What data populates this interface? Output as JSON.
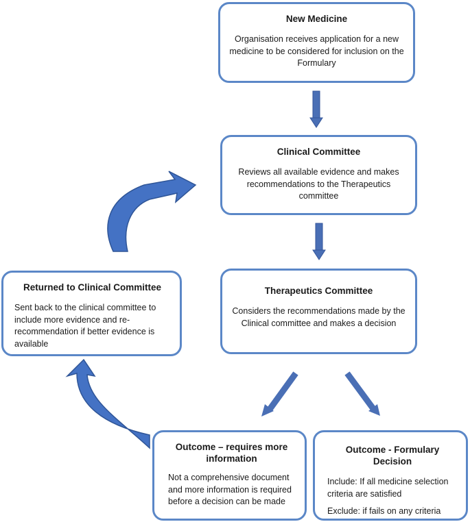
{
  "colors": {
    "box_border": "#5b87c7",
    "arrow_fill": "#4472c4",
    "arrow_dark": "#2f5597"
  },
  "boxes": {
    "new_medicine": {
      "title": "New Medicine",
      "body": "Organisation receives application for a new medicine to be considered for inclusion on the Formulary"
    },
    "clinical_committee": {
      "title": "Clinical Committee",
      "body": "Reviews all available evidence and makes recommendations to the Therapeutics committee"
    },
    "therapeutics_committee": {
      "title": "Therapeutics Committee",
      "body": "Considers the recommendations made by the Clinical committee and makes a decision"
    },
    "returned": {
      "title": "Returned to Clinical Committee",
      "body": "Sent back to the clinical committee to include more evidence and re-recommendation if better evidence is available"
    },
    "outcome_more_info": {
      "title": "Outcome – requires more information",
      "body": "Not a comprehensive document and more information is required before a decision can be made"
    },
    "outcome_formulary": {
      "title": "Outcome - Formulary Decision",
      "include": "Include: If all medicine selection criteria are satisfied",
      "exclude": "Exclude: if fails on any criteria"
    }
  }
}
